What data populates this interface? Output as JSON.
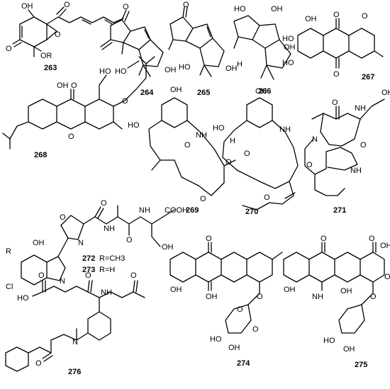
{
  "compounds": [
    {
      "id": "c263",
      "number": "263"
    },
    {
      "id": "c264",
      "number": "264"
    },
    {
      "id": "c265",
      "number": "265"
    },
    {
      "id": "c266",
      "number": "266"
    },
    {
      "id": "c267",
      "number": "267"
    },
    {
      "id": "c268",
      "number": "268"
    },
    {
      "id": "c269",
      "number": "269"
    },
    {
      "id": "c270",
      "number": "270"
    },
    {
      "id": "c271",
      "number": "271"
    },
    {
      "id": "c272",
      "number": "272"
    },
    {
      "id": "c273",
      "number": "273"
    },
    {
      "id": "c274",
      "number": "274"
    },
    {
      "id": "c275",
      "number": "275"
    },
    {
      "id": "c276",
      "number": "276"
    }
  ],
  "substituents": {
    "r272": "R=CH3",
    "r273": "R=H"
  },
  "atoms": {
    "OH": "OH",
    "O": "O",
    "OR": "OR",
    "H": "H",
    "HO": "HO",
    "NH": "NH",
    "N": "N",
    "OMe": "O",
    "R": "R",
    "Cl": "Cl",
    "COOH": "COOH"
  }
}
